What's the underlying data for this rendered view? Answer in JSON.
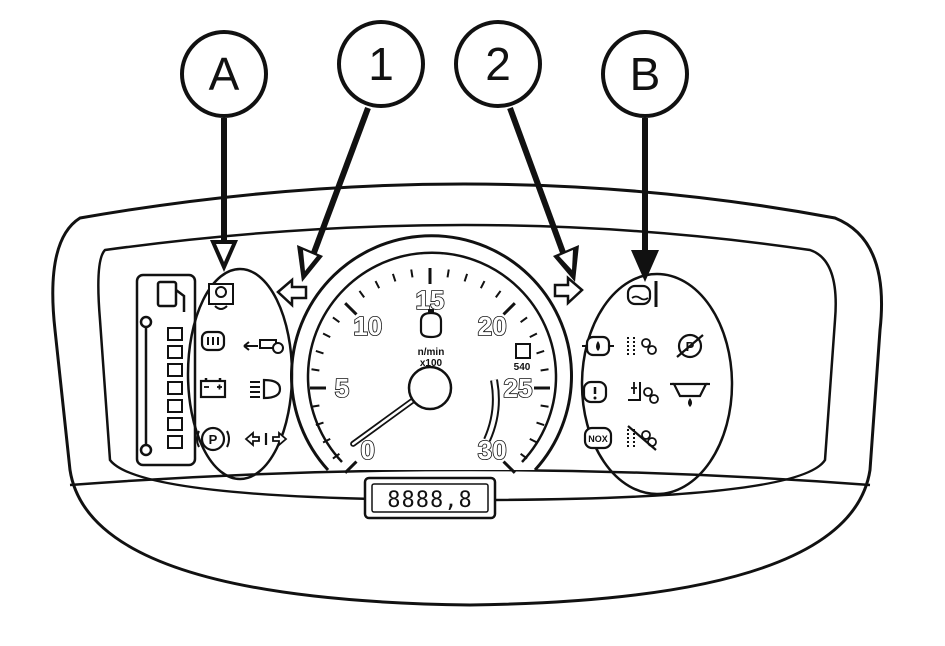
{
  "callouts": {
    "a": "A",
    "one": "1",
    "two": "2",
    "b": "B"
  },
  "tachometer": {
    "unit_top": "n/min",
    "unit_bottom": "x100",
    "pto_label": "540",
    "scale_labels": [
      "0",
      "5",
      "10",
      "15",
      "20",
      "25",
      "30"
    ],
    "scale_values": [
      0,
      5,
      10,
      15,
      20,
      25,
      30
    ],
    "needle_value": 1
  },
  "odometer": {
    "reading": "8888,8"
  },
  "group_a_icons": [
    "transmission-service-icon",
    "engine-preheat-icon",
    "trailer-indicator-icon",
    "battery-icon",
    "high-beam-icon",
    "parking-brake-icon",
    "turn-signal-trailer-icon"
  ],
  "group_b_icons": [
    "coolant-temperature-icon",
    "engine-oil-pressure-icon",
    "dpf-regeneration-icon",
    "parking-brake-off-icon",
    "engine-warning-icon",
    "exhaust-high-temp-icon",
    "water-in-fuel-icon",
    "nox-icon",
    "regeneration-inhibit-icon"
  ]
}
